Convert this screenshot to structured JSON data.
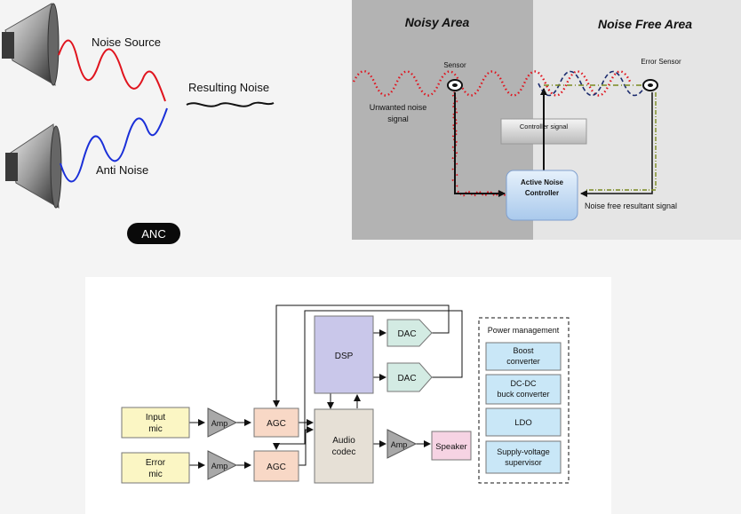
{
  "anc_illustration": {
    "noise_source_label": "Noise Source",
    "anti_noise_label": "Anti Noise",
    "resulting_noise_label": "Resulting Noise",
    "anc_badge": "ANC"
  },
  "anc_system": {
    "noisy_area_title": "Noisy Area",
    "noise_free_area_title": "Noise Free Area",
    "sensor_label": "Sensor",
    "error_sensor_label": "Error Sensor",
    "unwanted_noise_label_line1": "Unwanted noise",
    "unwanted_noise_label_line2": "signal",
    "controller_signal_label": "Controller signal",
    "anc_controller_line1": "Active Noise",
    "anc_controller_line2": "Controller",
    "resultant_signal_label": "Noise free resultant signal"
  },
  "block_diagram": {
    "input_mic_line1": "Input",
    "input_mic_line2": "mic",
    "error_mic_line1": "Error",
    "error_mic_line2": "mic",
    "amp_label": "Amp",
    "agc_label": "AGC",
    "dsp_label": "DSP",
    "dac_label": "DAC",
    "codec_line1": "Audio",
    "codec_line2": "codec",
    "speaker_label": "Speaker",
    "power_title": "Power management",
    "boost_line1": "Boost",
    "boost_line2": "converter",
    "dcdc_line1": "DC-DC",
    "dcdc_line2": "buck converter",
    "ldo_label": "LDO",
    "supervisor_line1": "Supply-voltage",
    "supervisor_line2": "supervisor"
  },
  "colors": {
    "noise_red": "#e0141e",
    "anti_blue": "#1a2fd8",
    "noisy_gray": "#b3b3b3",
    "mic_yellow": "#fbf6c4",
    "agc_peach": "#f8d8c6",
    "dsp_lavender": "#c9c7ea",
    "dac_mint": "#d3ebe3",
    "codec_tan": "#e6e0d6",
    "speaker_pink": "#f6d3e3",
    "power_blue": "#c9e7f7",
    "amp_gray": "#a8a8a8"
  }
}
